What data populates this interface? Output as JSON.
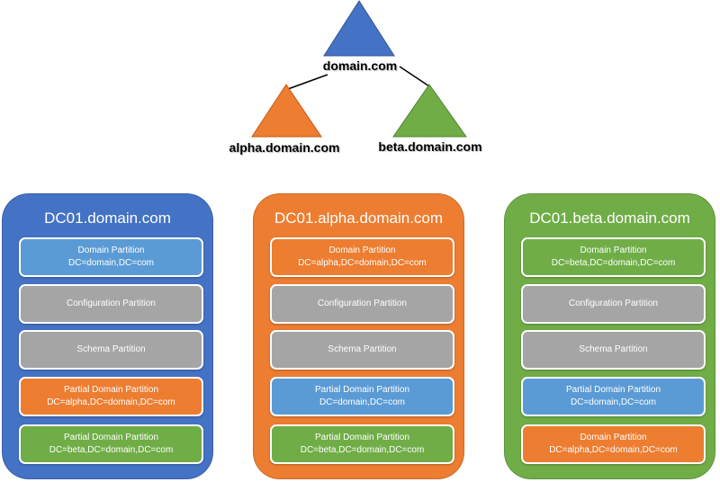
{
  "colors": {
    "blue": "#4472c4",
    "orange": "#ed7d31",
    "green": "#70ad47",
    "light_blue": "#5b9bd5",
    "gray": "#a5a5a5"
  },
  "tree": {
    "root": "domain.com",
    "left_child": "alpha.domain.com",
    "right_child": "beta.domain.com"
  },
  "dcs": [
    {
      "title": "DC01.domain.com",
      "color": "blue",
      "partitions": [
        {
          "label": "Domain Partition",
          "dn": "DC=domain,DC=com",
          "color": "light_blue"
        },
        {
          "label": "Configuration Partition",
          "dn": "",
          "color": "gray"
        },
        {
          "label": "Schema Partition",
          "dn": "",
          "color": "gray"
        },
        {
          "label": "Partial Domain Partition",
          "dn": "DC=alpha,DC=domain,DC=com",
          "color": "orange"
        },
        {
          "label": "Partial Domain Partition",
          "dn": "DC=beta,DC=domain,DC=com",
          "color": "green"
        }
      ]
    },
    {
      "title": "DC01.alpha.domain.com",
      "color": "orange",
      "partitions": [
        {
          "label": "Domain Partition",
          "dn": "DC=alpha,DC=domain,DC=com",
          "color": "orange"
        },
        {
          "label": "Configuration Partition",
          "dn": "",
          "color": "gray"
        },
        {
          "label": "Schema Partition",
          "dn": "",
          "color": "gray"
        },
        {
          "label": "Partial Domain Partition",
          "dn": "DC=domain,DC=com",
          "color": "light_blue"
        },
        {
          "label": "Partial Domain Partition",
          "dn": "DC=beta,DC=domain,DC=com",
          "color": "green"
        }
      ]
    },
    {
      "title": "DC01.beta.domain.com",
      "color": "green",
      "partitions": [
        {
          "label": "Domain Partition",
          "dn": "DC=beta,DC=domain,DC=com",
          "color": "green"
        },
        {
          "label": "Configuration Partition",
          "dn": "",
          "color": "gray"
        },
        {
          "label": "Schema Partition",
          "dn": "",
          "color": "gray"
        },
        {
          "label": "Partial Domain Partition",
          "dn": "DC=domain,DC=com",
          "color": "light_blue"
        },
        {
          "label": "Domain Partition",
          "dn": "DC=alpha,DC=domain,DC=com",
          "color": "orange"
        }
      ]
    }
  ]
}
